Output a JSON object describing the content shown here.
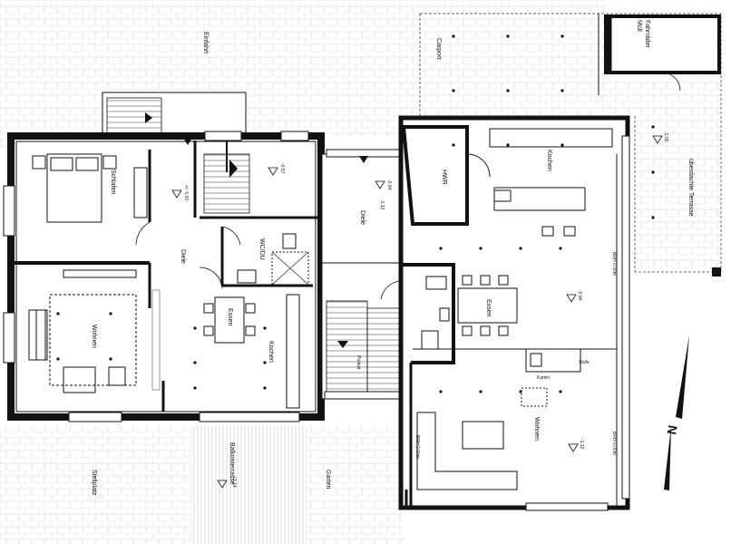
{
  "plan": {
    "rooms": {
      "schlafen": "Schlafen",
      "wohnen_left": "Wohnen",
      "essen_left": "Essen",
      "kochen_left": "Kochen",
      "wc_du": "WC/DU",
      "diele_left": "Diele",
      "diele_mid": "Diele",
      "hwr": "HWR",
      "kochen_right": "Kochen",
      "essen_right": "Essen",
      "wohnen_right": "Wohnen",
      "kamin": "Kamin",
      "stufe": "Stufe"
    },
    "outdoor": {
      "einfahrt": "Einfahrt",
      "carport": "Carport",
      "fahrrader": "Fahrräder",
      "mull": "Müll",
      "terrasse": "überdachte Terrasse",
      "stellplatz": "Stellplatz",
      "garten": "Garten",
      "balkon": "Balkonterrasse"
    },
    "levels": {
      "a": "+/- 0.00",
      "b": "-0.57",
      "c": "-0.94",
      "d": "-1.12",
      "e": "-0.94",
      "f": "-1.12",
      "g": "-1.00",
      "h": "+3.14"
    },
    "small_notes": {
      "brh1": "BRH 0.00m",
      "brh2": "BRH 0.00m",
      "brh3": "BRH 0.00m",
      "podest": "Podest"
    },
    "north": "N"
  }
}
